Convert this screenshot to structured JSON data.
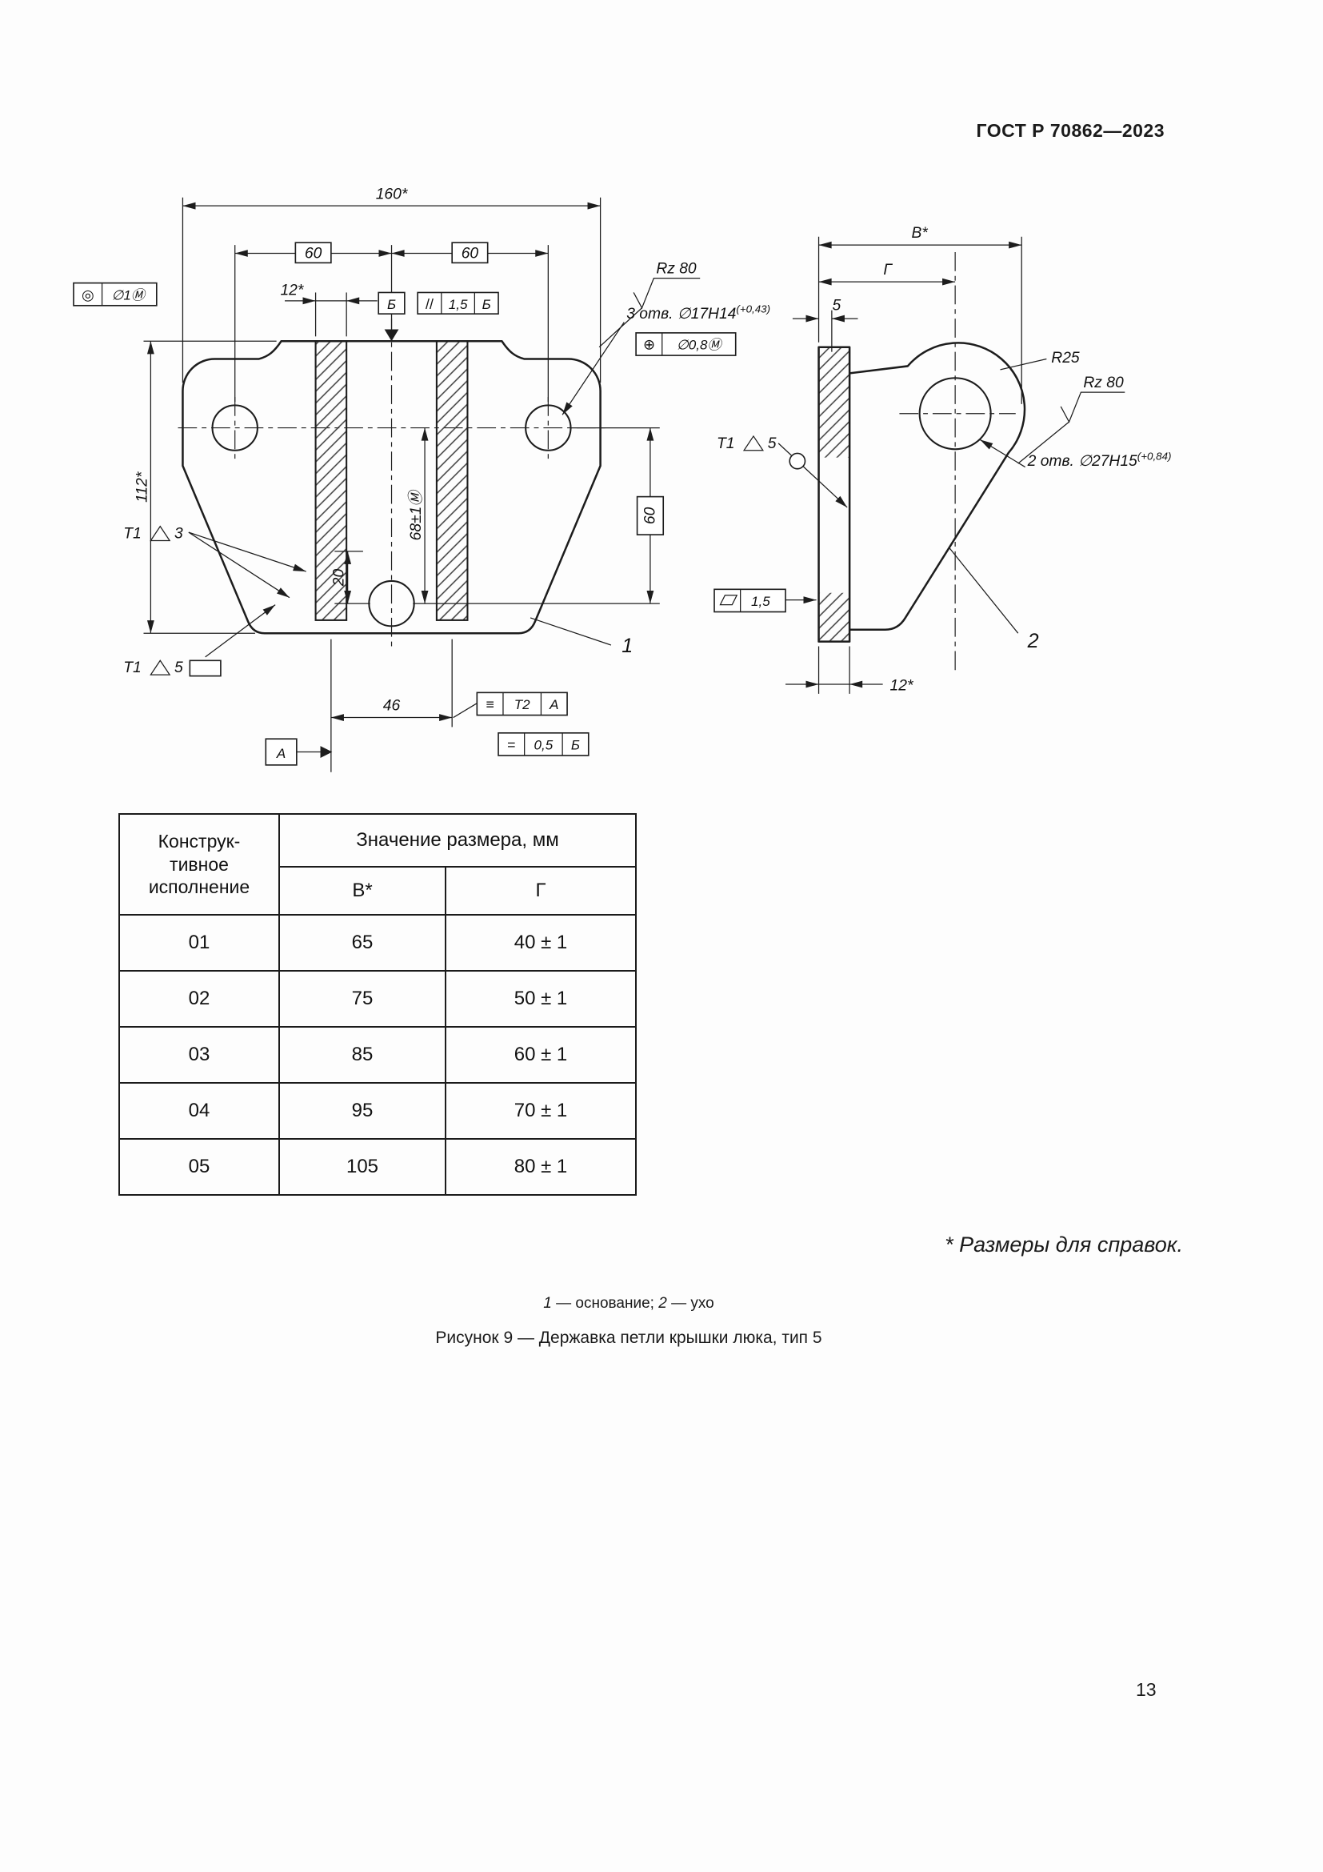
{
  "page": {
    "header_title": "ГОСТ Р 70862—2023",
    "page_number": "13"
  },
  "figure": {
    "note": "* Размеры для справок.",
    "legend_num1": "1",
    "legend_text1": " — основание; ",
    "legend_num2": "2",
    "legend_text2": " — ухо",
    "caption": "Рисунок 9 — Державка петли крышки люка, тип 5"
  },
  "drawing": {
    "front": {
      "dim_overall_width": "160*",
      "dim_60_left": "60",
      "dim_60_right": "60",
      "dim_slot_width": "12*",
      "datum_b": "Б",
      "parallelism": {
        "symbol": "//",
        "value": "1,5",
        "datum": "Б"
      },
      "roughness": "Rz 80",
      "holes_note": "3 отв. ∅17H14",
      "holes_tol": "(+0,43)",
      "position": {
        "symbol": "⊕",
        "value": "∅0,8Ⓜ"
      },
      "concentricity": {
        "symbol": "◎",
        "value": "∅1Ⓜ"
      },
      "dim_overall_height": "112*",
      "weld_top": {
        "ref": "Т1",
        "size": "3"
      },
      "weld_bottom": {
        "ref": "Т1",
        "size": "5"
      },
      "dim_20": "20",
      "dim_68": "68±1Ⓜ",
      "dim_60_box": "60",
      "dim_46": "46",
      "datum_a": "А",
      "symmetry": {
        "symbol": "≡",
        "value": "Т2",
        "datum": "А"
      },
      "tolerance2": {
        "symbol": "=",
        "value": "0,5",
        "datum": "Б"
      },
      "part_label": "1"
    },
    "side": {
      "dim_b": "В*",
      "dim_g": "Г",
      "dim_5": "5",
      "dim_12": "12*",
      "radius": "R25",
      "roughness": "Rz 80",
      "holes_note": "2 отв. ∅27H15",
      "holes_tol": "(+0,84)",
      "weld": {
        "ref": "Т1",
        "size": "5"
      },
      "flatness_value": "1,5",
      "part_label": "2"
    }
  },
  "table": {
    "col1_header": "Конструк-\nтивное\nисполнение",
    "group_header": "Значение размера, мм",
    "sub_b": "В*",
    "sub_g": "Г",
    "rows": [
      [
        "01",
        "65",
        "40 ± 1"
      ],
      [
        "02",
        "75",
        "50 ± 1"
      ],
      [
        "03",
        "85",
        "60 ± 1"
      ],
      [
        "04",
        "95",
        "70 ± 1"
      ],
      [
        "05",
        "105",
        "80 ± 1"
      ]
    ]
  }
}
